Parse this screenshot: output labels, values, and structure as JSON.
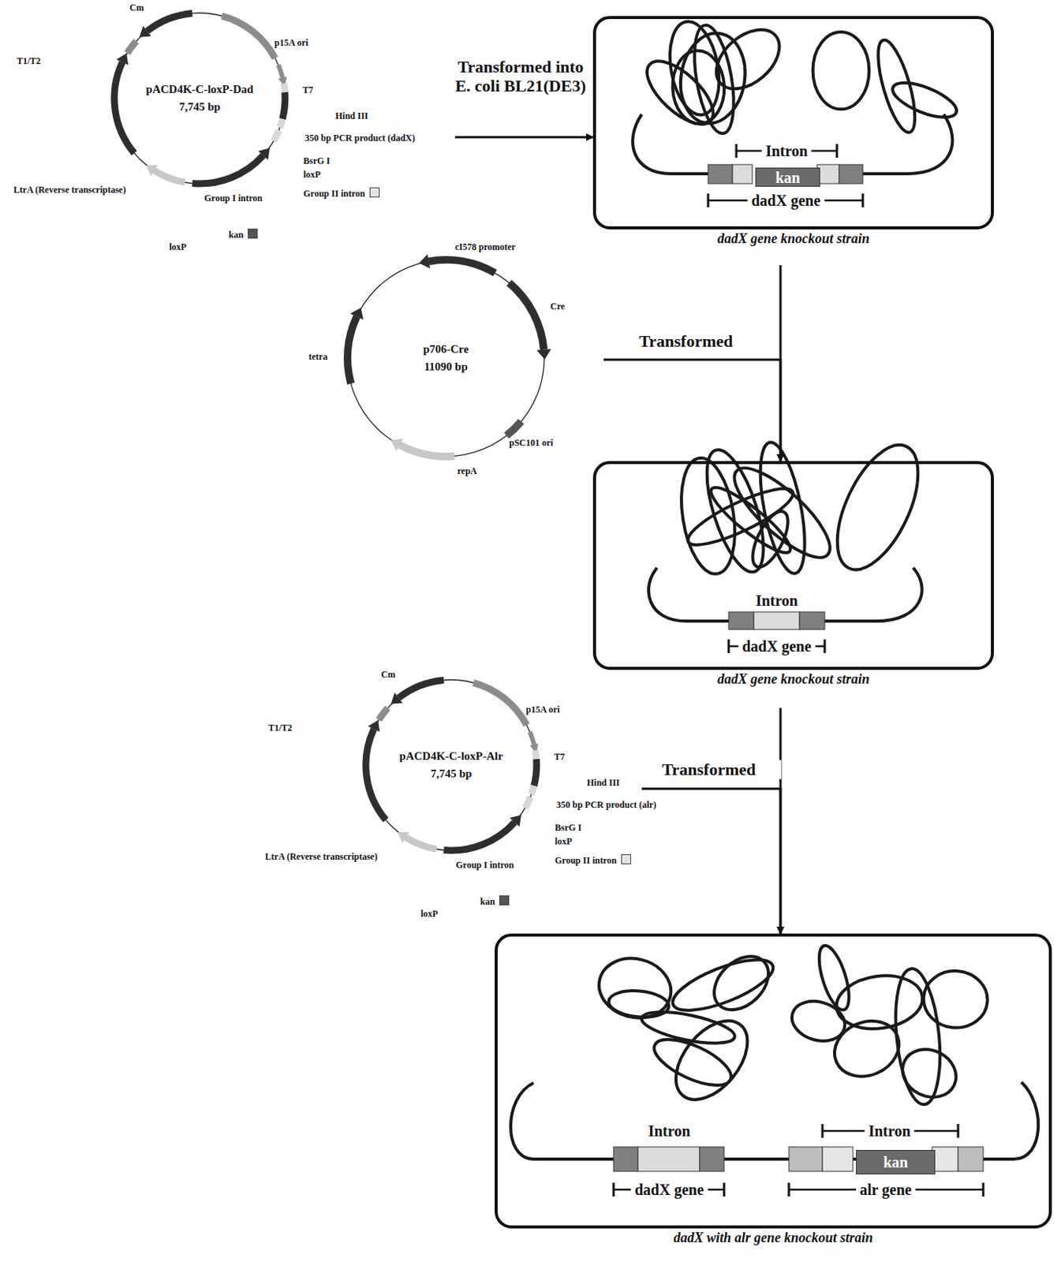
{
  "diagram": {
    "nodes": [
      {
        "text": [
          "pACD4K-C-loxP-Dad",
          "7,745 bp"
        ]
      },
      {
        "text": [
          "dadX gene knockout strain"
        ]
      },
      {
        "text": [
          "kan"
        ],
        "in": 1
      },
      {
        "text": [
          "p706-Cre",
          "11090 bp"
        ]
      },
      {
        "text": [
          "dadX gene knockout strain"
        ]
      },
      {
        "text": [
          "pACD4K-C-loxP-Alr",
          "7,745 bp"
        ]
      },
      {
        "text": [
          "dadX with alr gene knockout strain"
        ]
      },
      {
        "text": [
          "kan"
        ],
        "in": 6
      }
    ],
    "edges": [
      {
        "from": 0,
        "to": 1,
        "arrow": "to",
        "label": "Transformed into E. coli BL21(DE3)"
      },
      {
        "from": 1,
        "to": 4,
        "arrow": "to"
      },
      {
        "from": 3,
        "to": 4,
        "arrow": "to",
        "label": "Transformed"
      },
      {
        "from": 4,
        "to": 6,
        "arrow": "to"
      },
      {
        "from": 5,
        "to": 6,
        "arrow": "to",
        "label": "Transformed"
      }
    ],
    "labels": [
      "Cm",
      "p15A ori",
      "T1/T2",
      "T7",
      "Hind III",
      "350 bp PCR product (dadX)",
      "BsrG I",
      "loxP",
      "LtrA (Reverse transcriptase)",
      "Group I intron",
      "loxP",
      "Intron",
      "dadX gene",
      "cI578 promoter",
      "Cre",
      "tetra",
      "pSC101 ori",
      "repA",
      "Intron",
      "dadX gene",
      "Cm",
      "p15A ori",
      "T1/T2",
      "T7",
      "Hind III",
      "350 bp PCR product (alr)",
      "BsrG I",
      "loxP",
      "LtrA (Reverse transcriptase)",
      "Group I intron",
      "loxP",
      "Intron",
      "dadX gene",
      "Intron",
      "alr gene"
    ],
    "legend": [
      {
        "text": "Group II intron",
        "color": "#e3e3e3"
      },
      {
        "text": "kan",
        "color": "#555555"
      },
      {
        "text": "Group II intron",
        "color": "#e3e3e3"
      },
      {
        "text": "kan",
        "color": "#555555"
      }
    ]
  }
}
